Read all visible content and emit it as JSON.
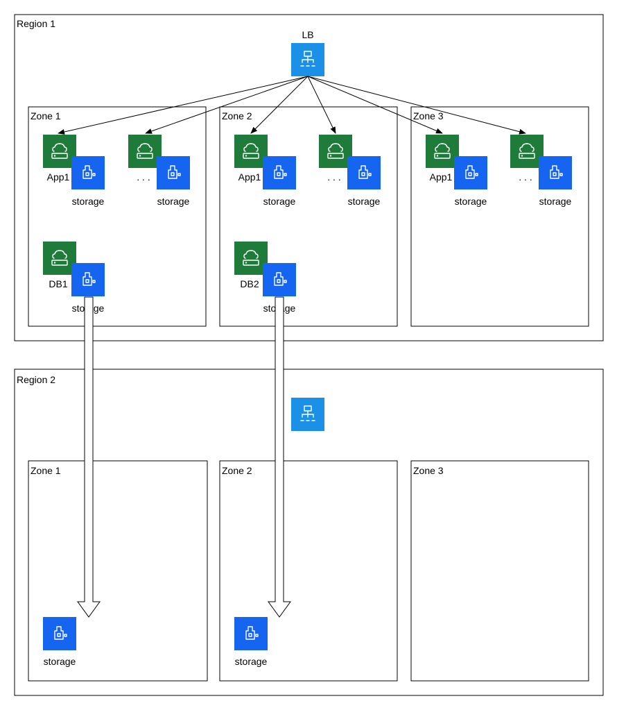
{
  "colors": {
    "lb": "#1A91E6",
    "compute": "#1E7B3A",
    "storage": "#1565F0",
    "line": "#000000",
    "frame": "#000000"
  },
  "icons": {
    "lb": "load-balancer-icon",
    "compute": "cloud-server-icon",
    "storage": "storage-icon"
  },
  "regions": [
    {
      "label": "Region 1",
      "lb_label": "LB",
      "zones": [
        {
          "label": "Zone 1",
          "nodes": [
            {
              "type": "app",
              "label": "App1",
              "storage_label": "storage"
            },
            {
              "type": "app",
              "label": ". . .",
              "storage_label": "storage"
            },
            {
              "type": "db",
              "label": "DB1",
              "storage_label": "storage"
            }
          ]
        },
        {
          "label": "Zone 2",
          "nodes": [
            {
              "type": "app",
              "label": "App1",
              "storage_label": "storage"
            },
            {
              "type": "app",
              "label": ". . .",
              "storage_label": "storage"
            },
            {
              "type": "db",
              "label": "DB2",
              "storage_label": "storage"
            }
          ]
        },
        {
          "label": "Zone 3",
          "nodes": [
            {
              "type": "app",
              "label": "App1",
              "storage_label": "storage"
            },
            {
              "type": "app",
              "label": ". . .",
              "storage_label": "storage"
            }
          ]
        }
      ]
    },
    {
      "label": "Region 2",
      "lb_label": "",
      "zones": [
        {
          "label": "Zone 1",
          "nodes": [
            {
              "type": "storage",
              "storage_label": "storage"
            }
          ]
        },
        {
          "label": "Zone 2",
          "nodes": [
            {
              "type": "storage",
              "storage_label": "storage"
            }
          ]
        },
        {
          "label": "Zone 3",
          "nodes": []
        }
      ]
    }
  ]
}
